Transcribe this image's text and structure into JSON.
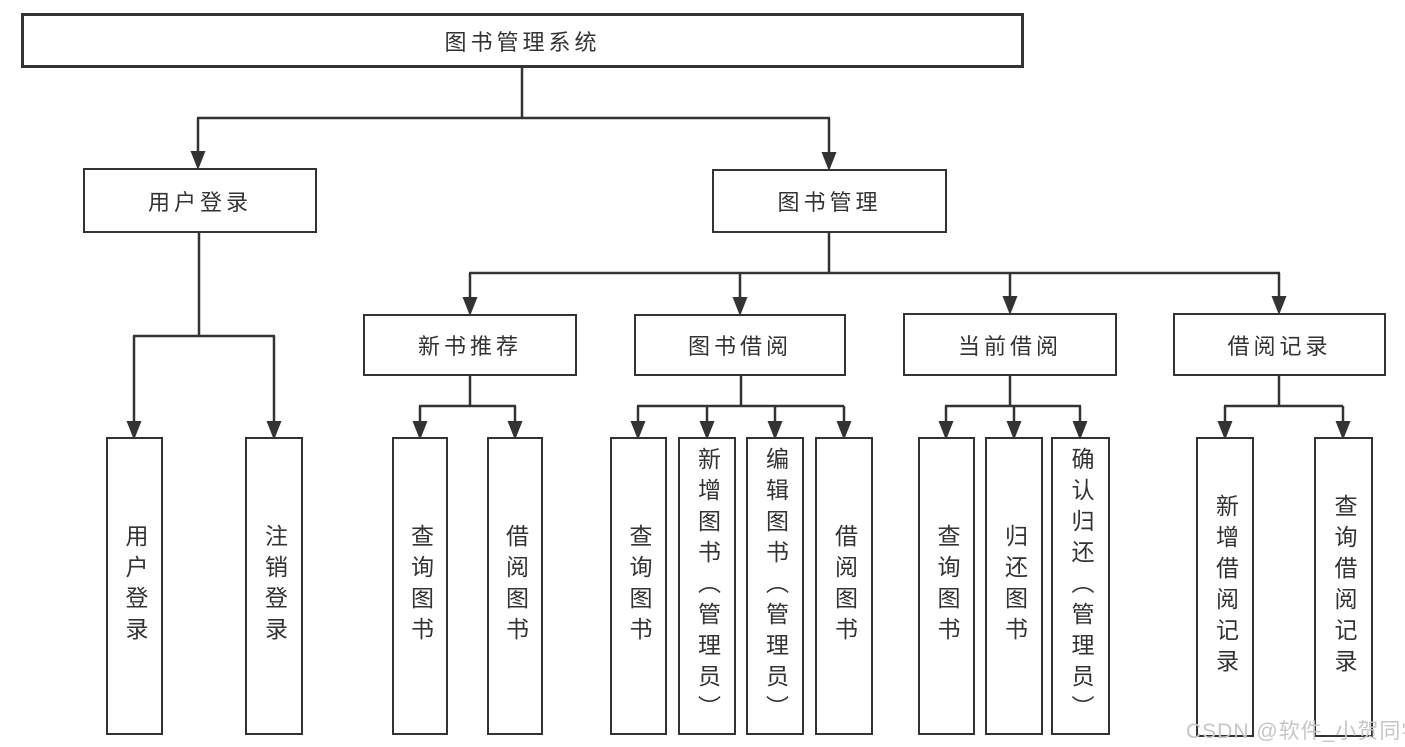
{
  "diagram": {
    "root": {
      "label": "图书管理系统"
    },
    "level2": [
      {
        "label": "用户登录"
      },
      {
        "label": "图书管理"
      }
    ],
    "level3": [
      {
        "label": "新书推荐"
      },
      {
        "label": "图书借阅"
      },
      {
        "label": "当前借阅"
      },
      {
        "label": "借阅记录"
      }
    ],
    "leaves": {
      "user_login": [
        {
          "label": "用户登录"
        },
        {
          "label": "注销登录"
        }
      ],
      "new_book": [
        {
          "label": "查询图书"
        },
        {
          "label": "借阅图书"
        }
      ],
      "book_borrow": [
        {
          "label": "查询图书"
        },
        {
          "label": "新增图书（管理员）"
        },
        {
          "label": "编辑图书（管理员）"
        },
        {
          "label": "借阅图书"
        }
      ],
      "current_borrow": [
        {
          "label": "查询图书"
        },
        {
          "label": "归还图书"
        },
        {
          "label": "确认归还（管理员）"
        }
      ],
      "borrow_record": [
        {
          "label": "新增借阅记录"
        },
        {
          "label": "查询借阅记录"
        }
      ]
    },
    "watermark": "CSDN @软件_小贺同学",
    "colors": {
      "line": "#333333",
      "text": "#333333",
      "watermark": "#c6c6c6",
      "background": "#ffffff"
    }
  }
}
